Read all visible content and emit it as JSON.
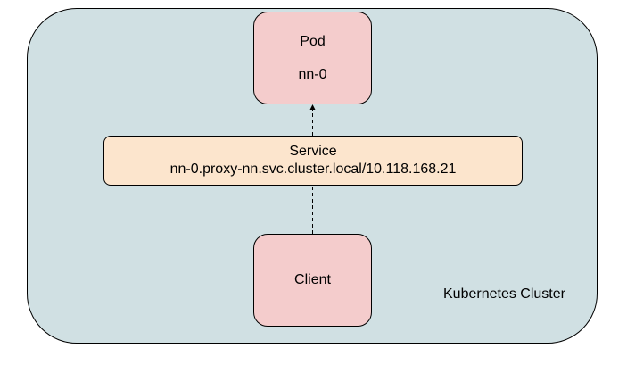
{
  "cluster": {
    "label": "Kubernetes Cluster",
    "color": "#d0e0e3"
  },
  "pod": {
    "title": "Pod",
    "name": "nn-0",
    "color": "#f4cccc"
  },
  "service": {
    "title": "Service",
    "address": "nn-0.proxy-nn.svc.cluster.local/10.118.168.21",
    "color": "#fce5cd"
  },
  "client": {
    "title": "Client",
    "color": "#f4cccc"
  },
  "edges": [
    {
      "from": "client",
      "to": "service",
      "style": "dashed",
      "arrow": false
    },
    {
      "from": "service",
      "to": "pod",
      "style": "dashed",
      "arrow": true
    }
  ]
}
